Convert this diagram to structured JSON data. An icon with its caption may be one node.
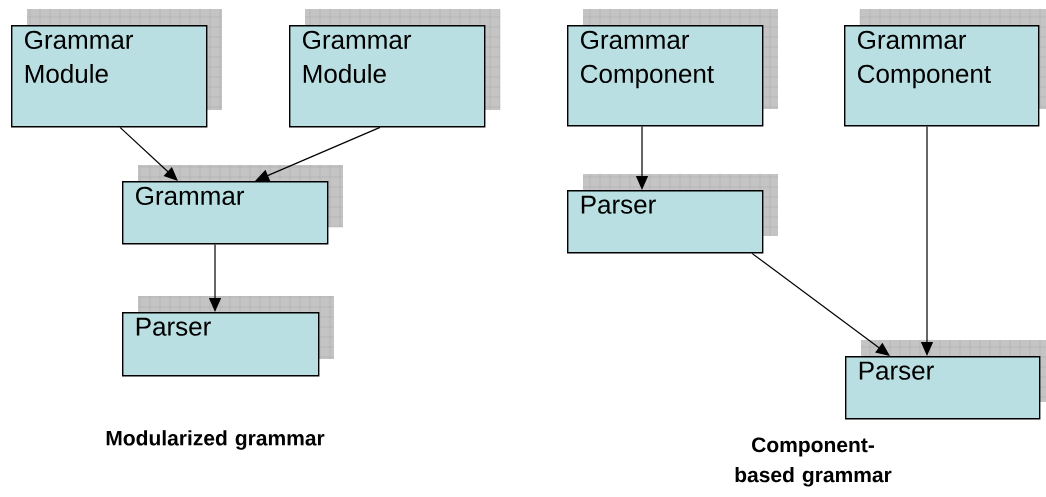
{
  "diagram": {
    "nodes": [
      {
        "text": [
          "Grammar Module"
        ]
      },
      {
        "text": [
          "Grammar Module"
        ]
      },
      {
        "text": [
          "Grammar"
        ]
      },
      {
        "text": [
          "Parser"
        ]
      },
      {
        "text": [
          "Grammar Component"
        ]
      },
      {
        "text": [
          "Grammar Component"
        ]
      },
      {
        "text": [
          "Parser"
        ]
      },
      {
        "text": [
          "Parser"
        ]
      }
    ],
    "edges": [
      {
        "from": 0,
        "to": 2,
        "arrow": "to"
      },
      {
        "from": 1,
        "to": 2,
        "arrow": "to"
      },
      {
        "from": 2,
        "to": 3,
        "arrow": "to"
      },
      {
        "from": 4,
        "to": 6,
        "arrow": "to"
      },
      {
        "from": 5,
        "to": 7,
        "arrow": "to"
      },
      {
        "from": 6,
        "to": 7,
        "arrow": "to"
      }
    ],
    "labels": [
      "Modularized grammar",
      "Component-based grammar"
    ]
  }
}
